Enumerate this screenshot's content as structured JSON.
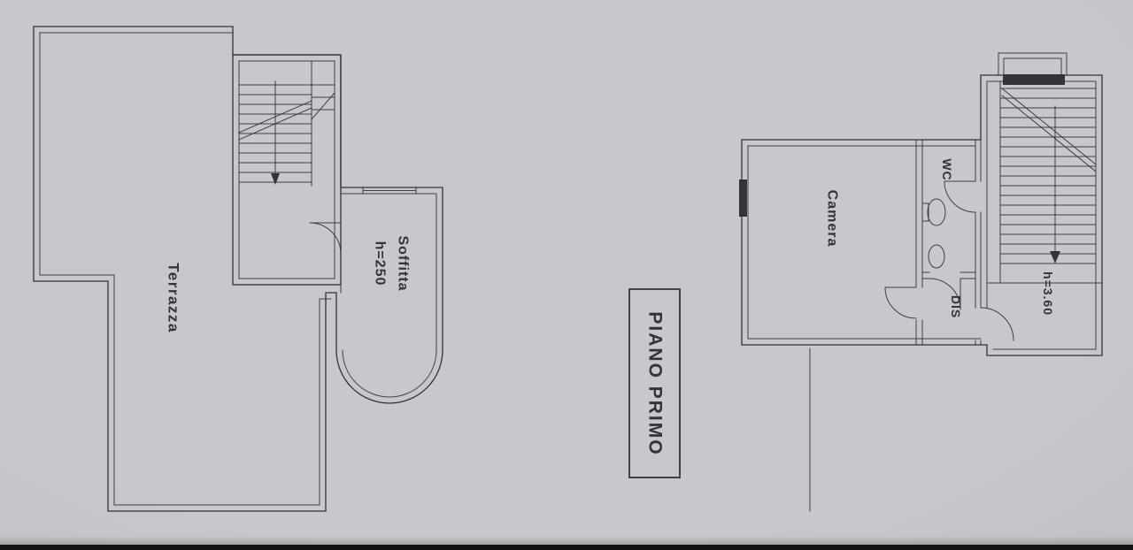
{
  "plans": {
    "left": {
      "terrazza_label": "Terrazza",
      "soffitta_label": "Soffitta",
      "soffitta_height": "h=250"
    },
    "title_box": {
      "label": "PIANO PRIMO"
    },
    "right": {
      "camera_label": "Camera",
      "wc_label": "WC",
      "dis_label": "DIS",
      "stair_height": "h=3.60"
    }
  },
  "colors": {
    "paper": "#c8c7cc",
    "paper_edge": "#a9a8ae",
    "ink": "#34333a",
    "scan_border": "#121212"
  }
}
